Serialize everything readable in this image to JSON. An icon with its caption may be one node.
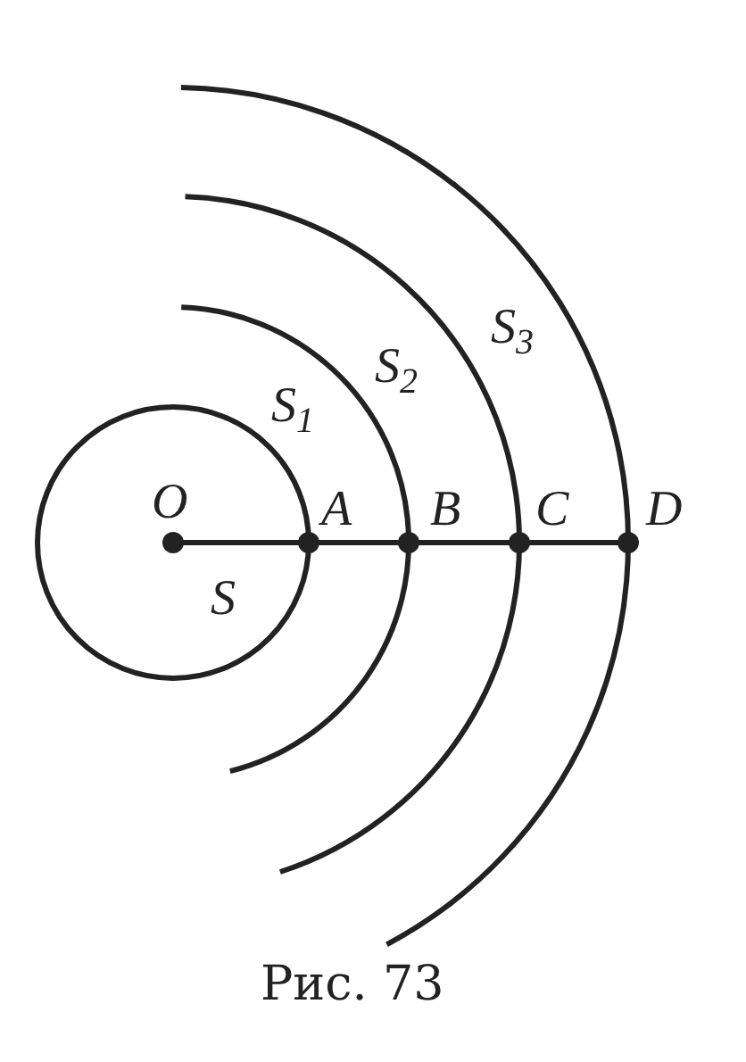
{
  "diagram": {
    "caption": "Рис. 73",
    "labels": [
      "S$_{3}$",
      "S$_{2}$",
      "S$_{1}$",
      "O",
      "A",
      "B",
      "C",
      "D",
      "S"
    ]
  }
}
